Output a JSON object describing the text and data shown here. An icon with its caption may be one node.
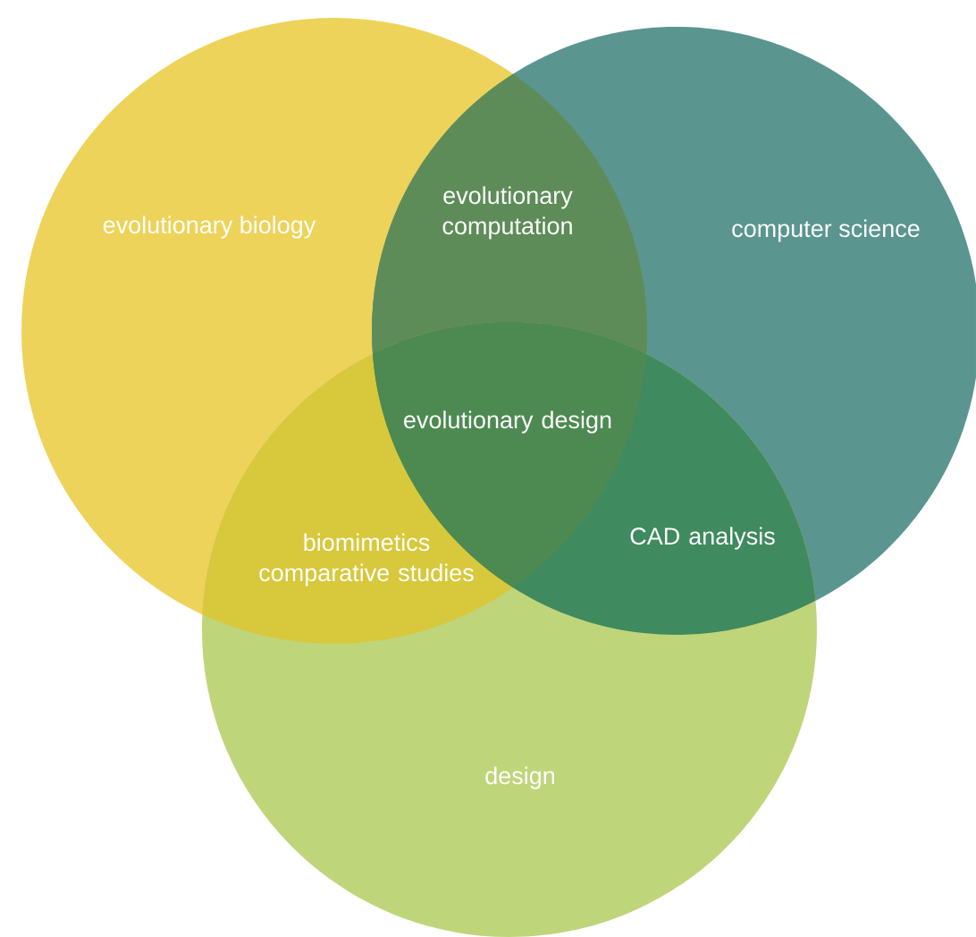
{
  "diagram": {
    "nodes": [
      {
        "text": [
          "evolutionary biology"
        ]
      },
      {
        "text": [
          "computer science"
        ]
      },
      {
        "text": [
          "design"
        ]
      }
    ],
    "labels": [
      "evolutionary computation",
      "evolutionary design",
      "biomimetics comparative studies",
      "CAD analysis"
    ]
  }
}
